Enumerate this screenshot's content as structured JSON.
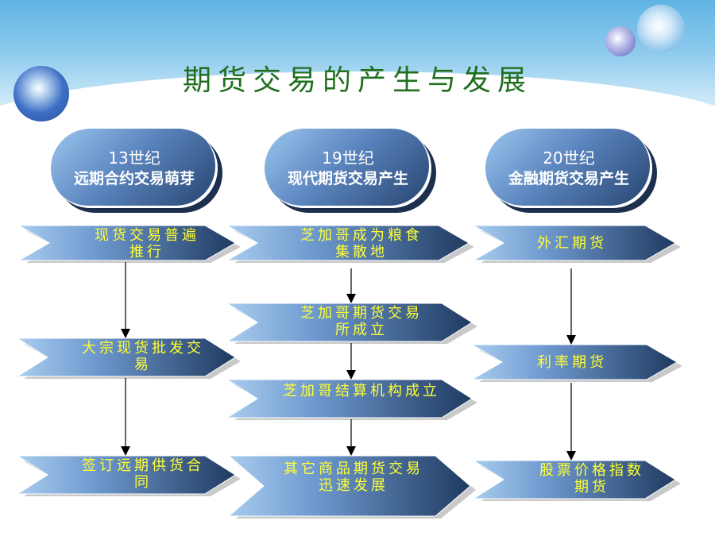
{
  "title": "期货交易的产生与发展",
  "columns": [
    {
      "era": "13世纪",
      "caption": "远期合约交易萌芽",
      "steps": [
        "现货交易普遍推行",
        "大宗现货批发交易",
        "签订远期供货合同"
      ]
    },
    {
      "era": "19世纪",
      "caption": "现代期货交易产生",
      "steps": [
        "芝加哥成为粮食集散地",
        "芝加哥期货交易所成立",
        "芝加哥结算机构成立",
        "其它商品期货交易迅速发展"
      ]
    },
    {
      "era": "20世纪",
      "caption": "金融期货交易产生",
      "steps": [
        "外汇期货",
        "利率期货",
        "股票价格指数期货"
      ]
    }
  ],
  "colors": {
    "title": "#1f6f1f",
    "label": "#ffff33",
    "arrow_light": "#9ac3ea",
    "arrow_dark": "#1f3a60"
  }
}
